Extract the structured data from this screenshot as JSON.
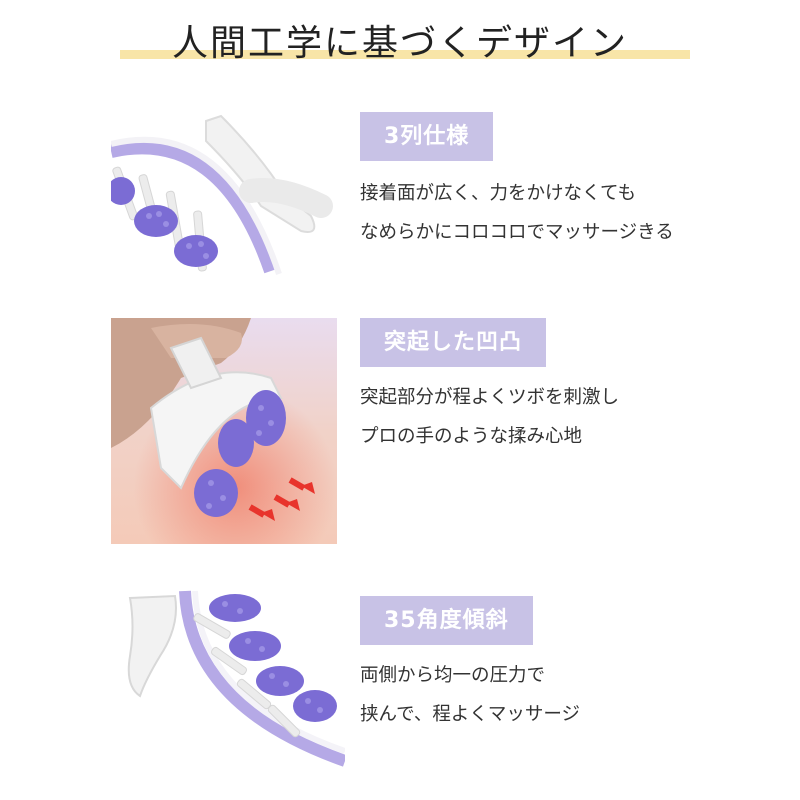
{
  "title": "人間工学に基づくデザイン",
  "features": [
    {
      "badge": "3列仕様",
      "lines": [
        "接着面が広く、力をかけなくても",
        "なめらかにコロコロでマッサージきる"
      ]
    },
    {
      "badge": "突起した凹凸",
      "lines": [
        "突起部分が程よくツボを刺激し",
        "プロの手のような揉み心地"
      ]
    },
    {
      "badge": "35角度傾斜",
      "lines": [
        "両側から均一の圧力で",
        "挟んで、程よくマッサージ"
      ]
    }
  ],
  "colors": {
    "badge_bg": "#c8c2e6",
    "title_underline": "#f8e5a8",
    "roller": "#7b6cd4",
    "arrow": "#e8342c"
  }
}
